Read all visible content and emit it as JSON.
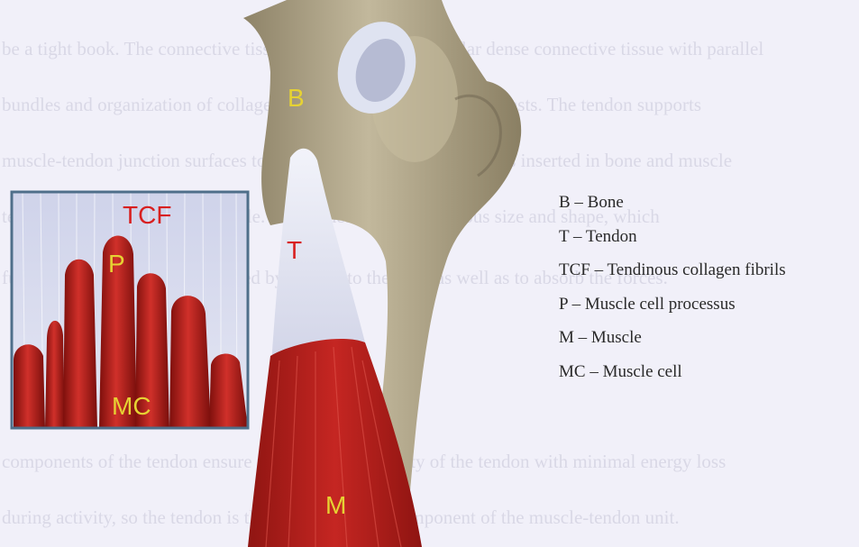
{
  "background_text": [
    "be a tight book. The connective tissue of the tendon is a regular dense connective tissue with parallel",
    "bundles and organization of collagen fibres with the help of fibroblasts. The tendon supports",
    "muscle-tendon junction surfaces to the extent at which the tendon is inserted in bone and muscle",
    "tendons extending into the muscle. The tendon can be of various size and shape, which",
    "function: to transmit force exerted by muscle to the bone as well as to absorb the forces.",
    "components of the tendon ensure the structural integrity of the tendon with minimal energy loss",
    "during activity, so the tendon is the most important component of the muscle-tendon unit."
  ],
  "figure_labels": {
    "bone": "B",
    "tendon": "T",
    "muscle": "M",
    "tendinous_collagen_fibrils": "TCF",
    "processus": "P",
    "muscle_cell": "MC"
  },
  "legend": [
    "B – Bone",
    "T – Tendon",
    "TCF – Tendinous collagen fibrils",
    "P – Muscle cell processus",
    "M – Muscle",
    "MC – Muscle cell"
  ],
  "colors": {
    "bone": "#b2a78a",
    "tendon": "#dfe2ef",
    "muscle": "#b8201c",
    "label_yellow": "#e6d233",
    "label_red": "#d81f1f",
    "inset_border": "#4f6f8a"
  }
}
